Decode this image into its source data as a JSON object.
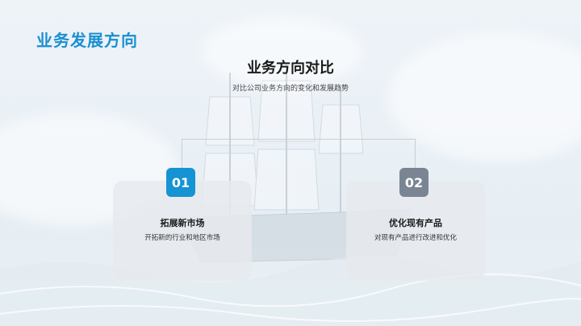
{
  "slide": {
    "title": "业务发展方向",
    "heading": "业务方向对比",
    "subtitle": "对比公司业务方向的变化和发展趋势"
  },
  "cards": [
    {
      "number": "01",
      "title": "拓展新市场",
      "description": "开拓新的行业和地区市场",
      "badge_color": "#1593d3"
    },
    {
      "number": "02",
      "title": "优化现有产品",
      "description": "对现有产品进行改进和优化",
      "badge_color": "#7a8594"
    }
  ],
  "colors": {
    "accent": "#1a8fd0",
    "connector": "#c9ced3"
  }
}
